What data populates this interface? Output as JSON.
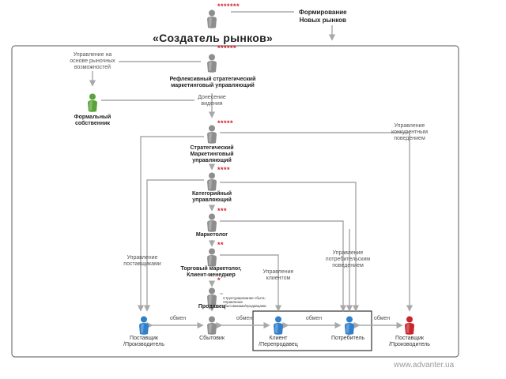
{
  "title": "«Создатель рынков»",
  "top_label": "Формирование\nНовых рынков",
  "footer": "www.advanter.ua",
  "roles": {
    "reflexive": "Рефлексивный стратегический\nмаркетинговый управляющий",
    "owner": "Формальный\nсобственник",
    "strategic": "Стратегический\nМаркетинговый\nуправляющий",
    "category": "Категорийный\nуправляющий",
    "marketer": "Маркетолог",
    "trade": "Торговый маркетолог,\nКлиент-менеджер",
    "seller": "Продавец",
    "supplier_left": "Поставщик\n/Производитель",
    "distributor": "Сбытовик",
    "client": "Клиент\n/Перепродавец",
    "consumer": "Потребитель",
    "supplier_right": "Поставщик\n/Производитель"
  },
  "stars": {
    "top": "*******",
    "reflexive": "******",
    "strategic": "*****",
    "category": "****",
    "marketer": "***",
    "trade": "**",
    "seller": "*"
  },
  "annotations": {
    "market_opportunities": "Управление на\nосновe рыночных\nвозможностей",
    "vision": "Донесение\nвидения",
    "competitive": "Управление\nконкурентным\nповедением",
    "suppliers": "Управление\nпоставщиками",
    "consumer_behavior": "Управление\nпотребительским\nповедением",
    "clients": "Управление\nклиентом",
    "sales_system": "Структурирование сбыта;\nУправление\nсбытовиками/продавцами"
  },
  "exchange": "обмен",
  "colors": {
    "person_gray": "#8e8e8e",
    "person_green": "#5aa33a",
    "person_blue": "#2f7fc9",
    "person_red": "#c8262c",
    "stars": "#d0202a",
    "line": "#a8a8a8",
    "frame": "#777777"
  }
}
